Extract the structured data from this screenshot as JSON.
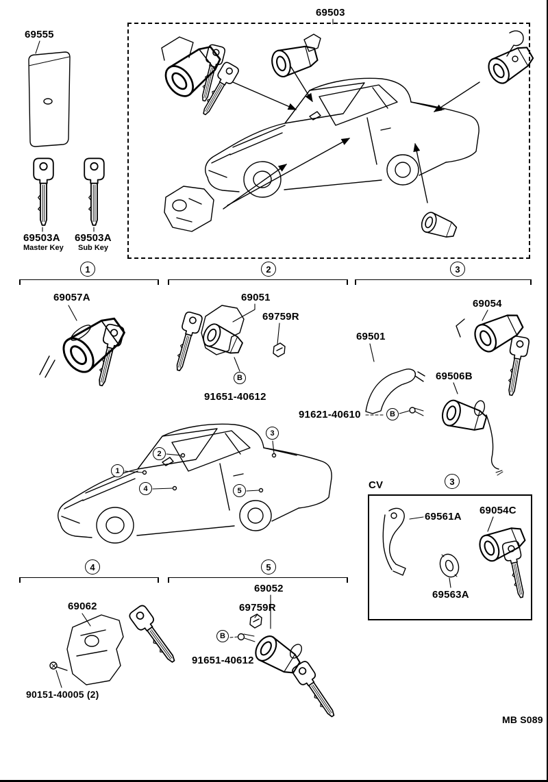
{
  "doc": {
    "footer_code": "MB S089"
  },
  "key_set": {
    "card": "69555",
    "master_key": "69503A",
    "master_key_caption": "Master Key",
    "sub_key": "69503A",
    "sub_key_caption": "Sub Key"
  },
  "assembly": {
    "label": "69503"
  },
  "sections": {
    "s1": {
      "number": "1",
      "part": "69057A"
    },
    "s2": {
      "number": "2",
      "part": "69051",
      "clip": "69759R",
      "marker": "B",
      "screw": "91651-40612"
    },
    "s3": {
      "number": "3",
      "striker": "69501",
      "screw": "91621-40610",
      "marker": "B",
      "cylinder": "69054",
      "lock": "69506B"
    },
    "s4": {
      "number": "4",
      "part": "69062",
      "screw": "90151-40005 (2)"
    },
    "s5": {
      "number": "5",
      "part": "69052",
      "clip": "69759R",
      "marker": "B",
      "screw": "91651-40612"
    },
    "cv": {
      "title": "CV",
      "number": "3",
      "lever": "69561A",
      "cylinder": "69054C",
      "pad": "69563A"
    }
  },
  "callouts": {
    "c1": "1",
    "c2": "2",
    "c3": "3",
    "c4": "4",
    "c5": "5"
  }
}
